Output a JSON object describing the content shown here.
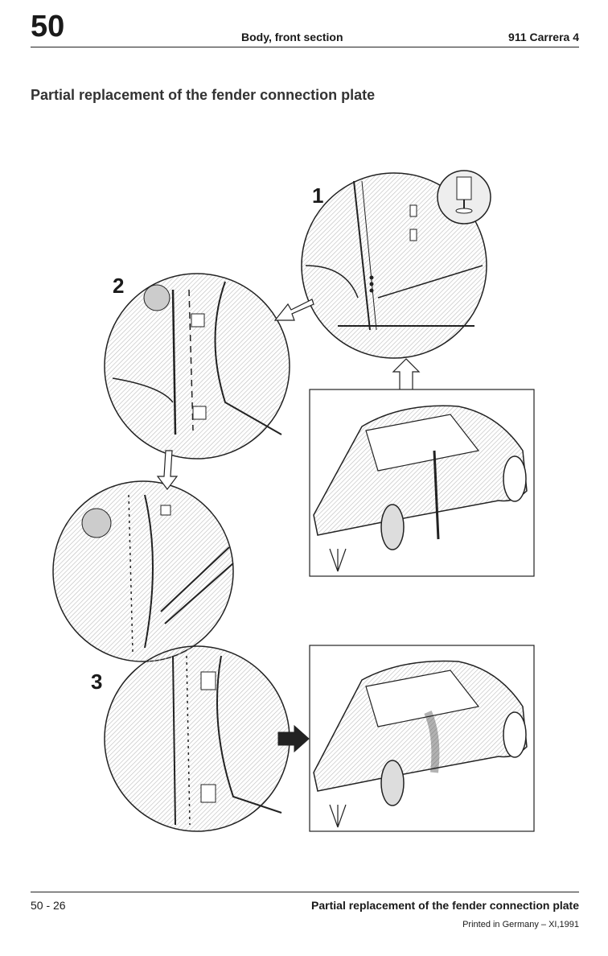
{
  "header": {
    "section_number": "50",
    "title": "Body, front section",
    "model": "911 Carrera 4"
  },
  "page_title": "Partial replacement of the fender connection plate",
  "illustration": {
    "step_labels": [
      "1",
      "2",
      "3"
    ]
  },
  "footer": {
    "page_number": "50 - 26",
    "title": "Partial replacement of the fender connection plate",
    "printed": "Printed in Germany – XI,1991"
  },
  "colors": {
    "text": "#1a1a1a",
    "line": "#222222",
    "shade": "#d8d8d8"
  }
}
